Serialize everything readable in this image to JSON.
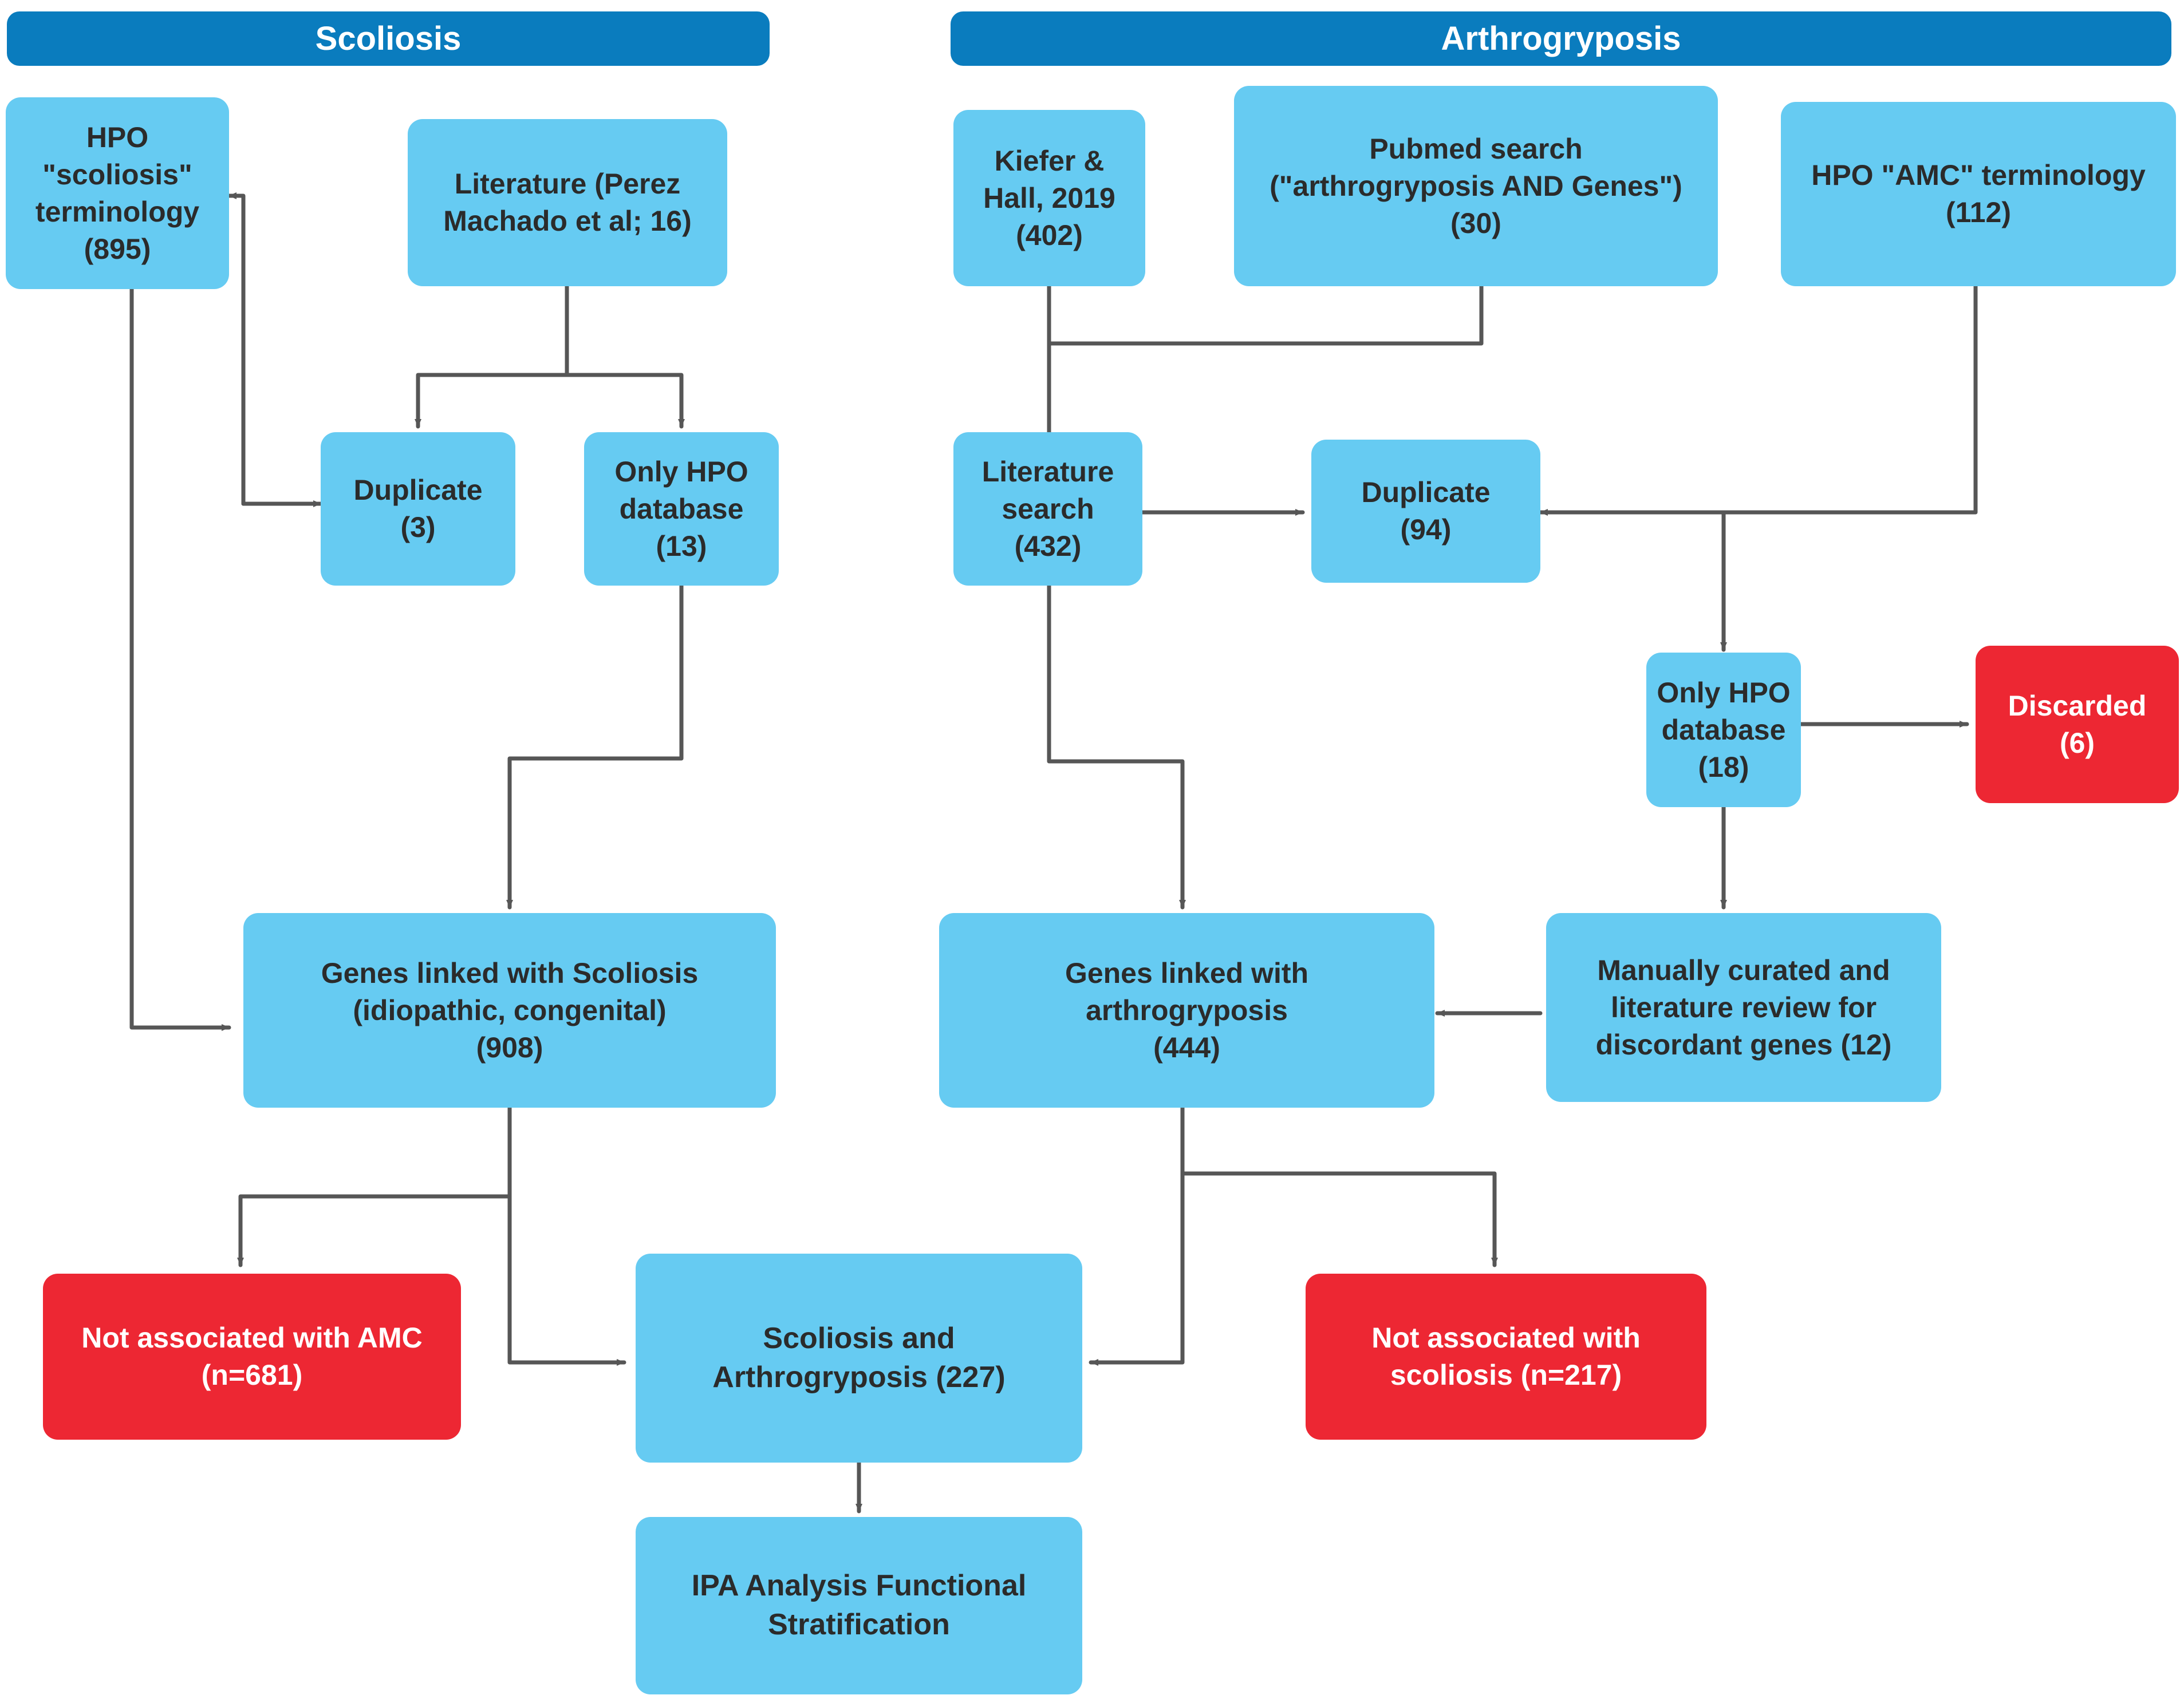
{
  "diagram": {
    "title_left": "Scoliosis",
    "title_right": "Arthrogryposis",
    "colors": {
      "header_blue": "#0a7cbe",
      "node_blue": "#66cbf2",
      "node_red": "#ed2733",
      "connector_gray": "#565656",
      "text_dark": "#2b2b2b",
      "text_light": "#ffffff"
    }
  },
  "headers": [
    {
      "id": "hdr-scoliosis",
      "label": "Scoliosis"
    },
    {
      "id": "hdr-arthrogryposis",
      "label": "Arthrogryposis"
    }
  ],
  "nodes": {
    "hpo_scoliosis": "HPO\n\"scoliosis\"\nterminology\n(895)",
    "literature_perez": "Literature (Perez\nMachado et al; 16)",
    "duplicate_3": "Duplicate\n(3)",
    "only_hpo_13": "Only HPO\ndatabase\n(13)",
    "genes_scoliosis_908": "Genes linked with Scoliosis\n(idiopathic, congenital)\n(908)",
    "kiefer_hall_402": "Kiefer &\nHall, 2019\n(402)",
    "pubmed_search_30": "Pubmed search\n(\"arthrogryposis AND Genes\")\n(30)",
    "hpo_amc_112": "HPO \"AMC\" terminology\n(112)",
    "literature_search_432": "Literature\nsearch\n(432)",
    "duplicate_94": "Duplicate\n(94)",
    "only_hpo_18": "Only HPO\ndatabase\n(18)",
    "discarded_6": "Discarded\n(6)",
    "genes_arthro_444": "Genes linked with\narthrogryposis\n(444)",
    "manually_curated_12": "Manually curated and\nliterature review for\ndiscordant genes (12)",
    "not_assoc_amc_681": "Not associated with AMC\n(n=681)",
    "scoliosis_and_arthro_227": "Scoliosis and\nArthrogryposis (227)",
    "not_assoc_scoliosis_217": "Not associated with\nscoliosis (n=217)",
    "ipa_analysis": "IPA Analysis Functional\nStratification"
  },
  "chart_data": {
    "type": "flowchart",
    "title": "Gene curation workflow for Scoliosis and Arthrogryposis",
    "columns": [
      "Scoliosis",
      "Arthrogryposis"
    ],
    "boxes": [
      {
        "key": "hpo_scoliosis",
        "label": "HPO \"scoliosis\" terminology",
        "count": 895,
        "color": "blue",
        "column": "Scoliosis"
      },
      {
        "key": "literature_perez",
        "label": "Literature (Perez Machado et al; 16)",
        "count": 16,
        "color": "blue",
        "column": "Scoliosis"
      },
      {
        "key": "duplicate_3",
        "label": "Duplicate",
        "count": 3,
        "color": "blue",
        "column": "Scoliosis"
      },
      {
        "key": "only_hpo_13",
        "label": "Only HPO database",
        "count": 13,
        "color": "blue",
        "column": "Scoliosis"
      },
      {
        "key": "genes_scoliosis_908",
        "label": "Genes linked with Scoliosis (idiopathic, congenital)",
        "count": 908,
        "color": "blue",
        "column": "Scoliosis"
      },
      {
        "key": "kiefer_hall_402",
        "label": "Kiefer & Hall, 2019",
        "count": 402,
        "color": "blue",
        "column": "Arthrogryposis"
      },
      {
        "key": "pubmed_search_30",
        "label": "Pubmed search (\"arthrogryposis AND Genes\")",
        "count": 30,
        "color": "blue",
        "column": "Arthrogryposis"
      },
      {
        "key": "hpo_amc_112",
        "label": "HPO \"AMC\" terminology",
        "count": 112,
        "color": "blue",
        "column": "Arthrogryposis"
      },
      {
        "key": "literature_search_432",
        "label": "Literature search",
        "count": 432,
        "color": "blue",
        "column": "Arthrogryposis"
      },
      {
        "key": "duplicate_94",
        "label": "Duplicate",
        "count": 94,
        "color": "blue",
        "column": "Arthrogryposis"
      },
      {
        "key": "only_hpo_18",
        "label": "Only HPO database",
        "count": 18,
        "color": "blue",
        "column": "Arthrogryposis"
      },
      {
        "key": "discarded_6",
        "label": "Discarded",
        "count": 6,
        "color": "red",
        "column": "Arthrogryposis"
      },
      {
        "key": "genes_arthro_444",
        "label": "Genes linked with arthrogryposis",
        "count": 444,
        "color": "blue",
        "column": "Arthrogryposis"
      },
      {
        "key": "manually_curated_12",
        "label": "Manually curated and literature review for discordant genes",
        "count": 12,
        "color": "blue",
        "column": "Arthrogryposis"
      },
      {
        "key": "not_assoc_amc_681",
        "label": "Not associated with AMC",
        "count": 681,
        "color": "red",
        "column": "Scoliosis"
      },
      {
        "key": "scoliosis_and_arthro_227",
        "label": "Scoliosis and Arthrogryposis",
        "count": 227,
        "color": "blue",
        "column": "Both"
      },
      {
        "key": "not_assoc_scoliosis_217",
        "label": "Not associated with scoliosis",
        "count": 217,
        "color": "red",
        "column": "Arthrogryposis"
      },
      {
        "key": "ipa_analysis",
        "label": "IPA Analysis Functional Stratification",
        "count": null,
        "color": "blue",
        "column": "Both"
      }
    ],
    "edges": [
      {
        "from": "literature_perez",
        "to": "duplicate_3",
        "type": "arrow"
      },
      {
        "from": "literature_perez",
        "to": "only_hpo_13",
        "type": "arrow"
      },
      {
        "from": "duplicate_3",
        "to": "hpo_scoliosis",
        "type": "arrow"
      },
      {
        "from": "hpo_scoliosis",
        "to": "duplicate_3",
        "type": "arrow"
      },
      {
        "from": "hpo_scoliosis",
        "to": "genes_scoliosis_908",
        "type": "arrow"
      },
      {
        "from": "only_hpo_13",
        "to": "genes_scoliosis_908",
        "type": "arrow"
      },
      {
        "from": "kiefer_hall_402",
        "to": "literature_search_432",
        "type": "arrow"
      },
      {
        "from": "pubmed_search_30",
        "to": "literature_search_432",
        "type": "arrow"
      },
      {
        "from": "literature_search_432",
        "to": "duplicate_94",
        "type": "double-arrow"
      },
      {
        "from": "hpo_amc_112",
        "to": "duplicate_94",
        "type": "arrow"
      },
      {
        "from": "hpo_amc_112",
        "to": "only_hpo_18",
        "type": "arrow"
      },
      {
        "from": "only_hpo_18",
        "to": "discarded_6",
        "type": "arrow"
      },
      {
        "from": "only_hpo_18",
        "to": "manually_curated_12",
        "type": "arrow"
      },
      {
        "from": "literature_search_432",
        "to": "genes_arthro_444",
        "type": "arrow"
      },
      {
        "from": "manually_curated_12",
        "to": "genes_arthro_444",
        "type": "arrow"
      },
      {
        "from": "genes_scoliosis_908",
        "to": "not_assoc_amc_681",
        "type": "arrow"
      },
      {
        "from": "genes_scoliosis_908",
        "to": "scoliosis_and_arthro_227",
        "type": "arrow"
      },
      {
        "from": "genes_arthro_444",
        "to": "scoliosis_and_arthro_227",
        "type": "arrow"
      },
      {
        "from": "genes_arthro_444",
        "to": "not_assoc_scoliosis_217",
        "type": "arrow"
      },
      {
        "from": "scoliosis_and_arthro_227",
        "to": "ipa_analysis",
        "type": "arrow"
      }
    ]
  }
}
